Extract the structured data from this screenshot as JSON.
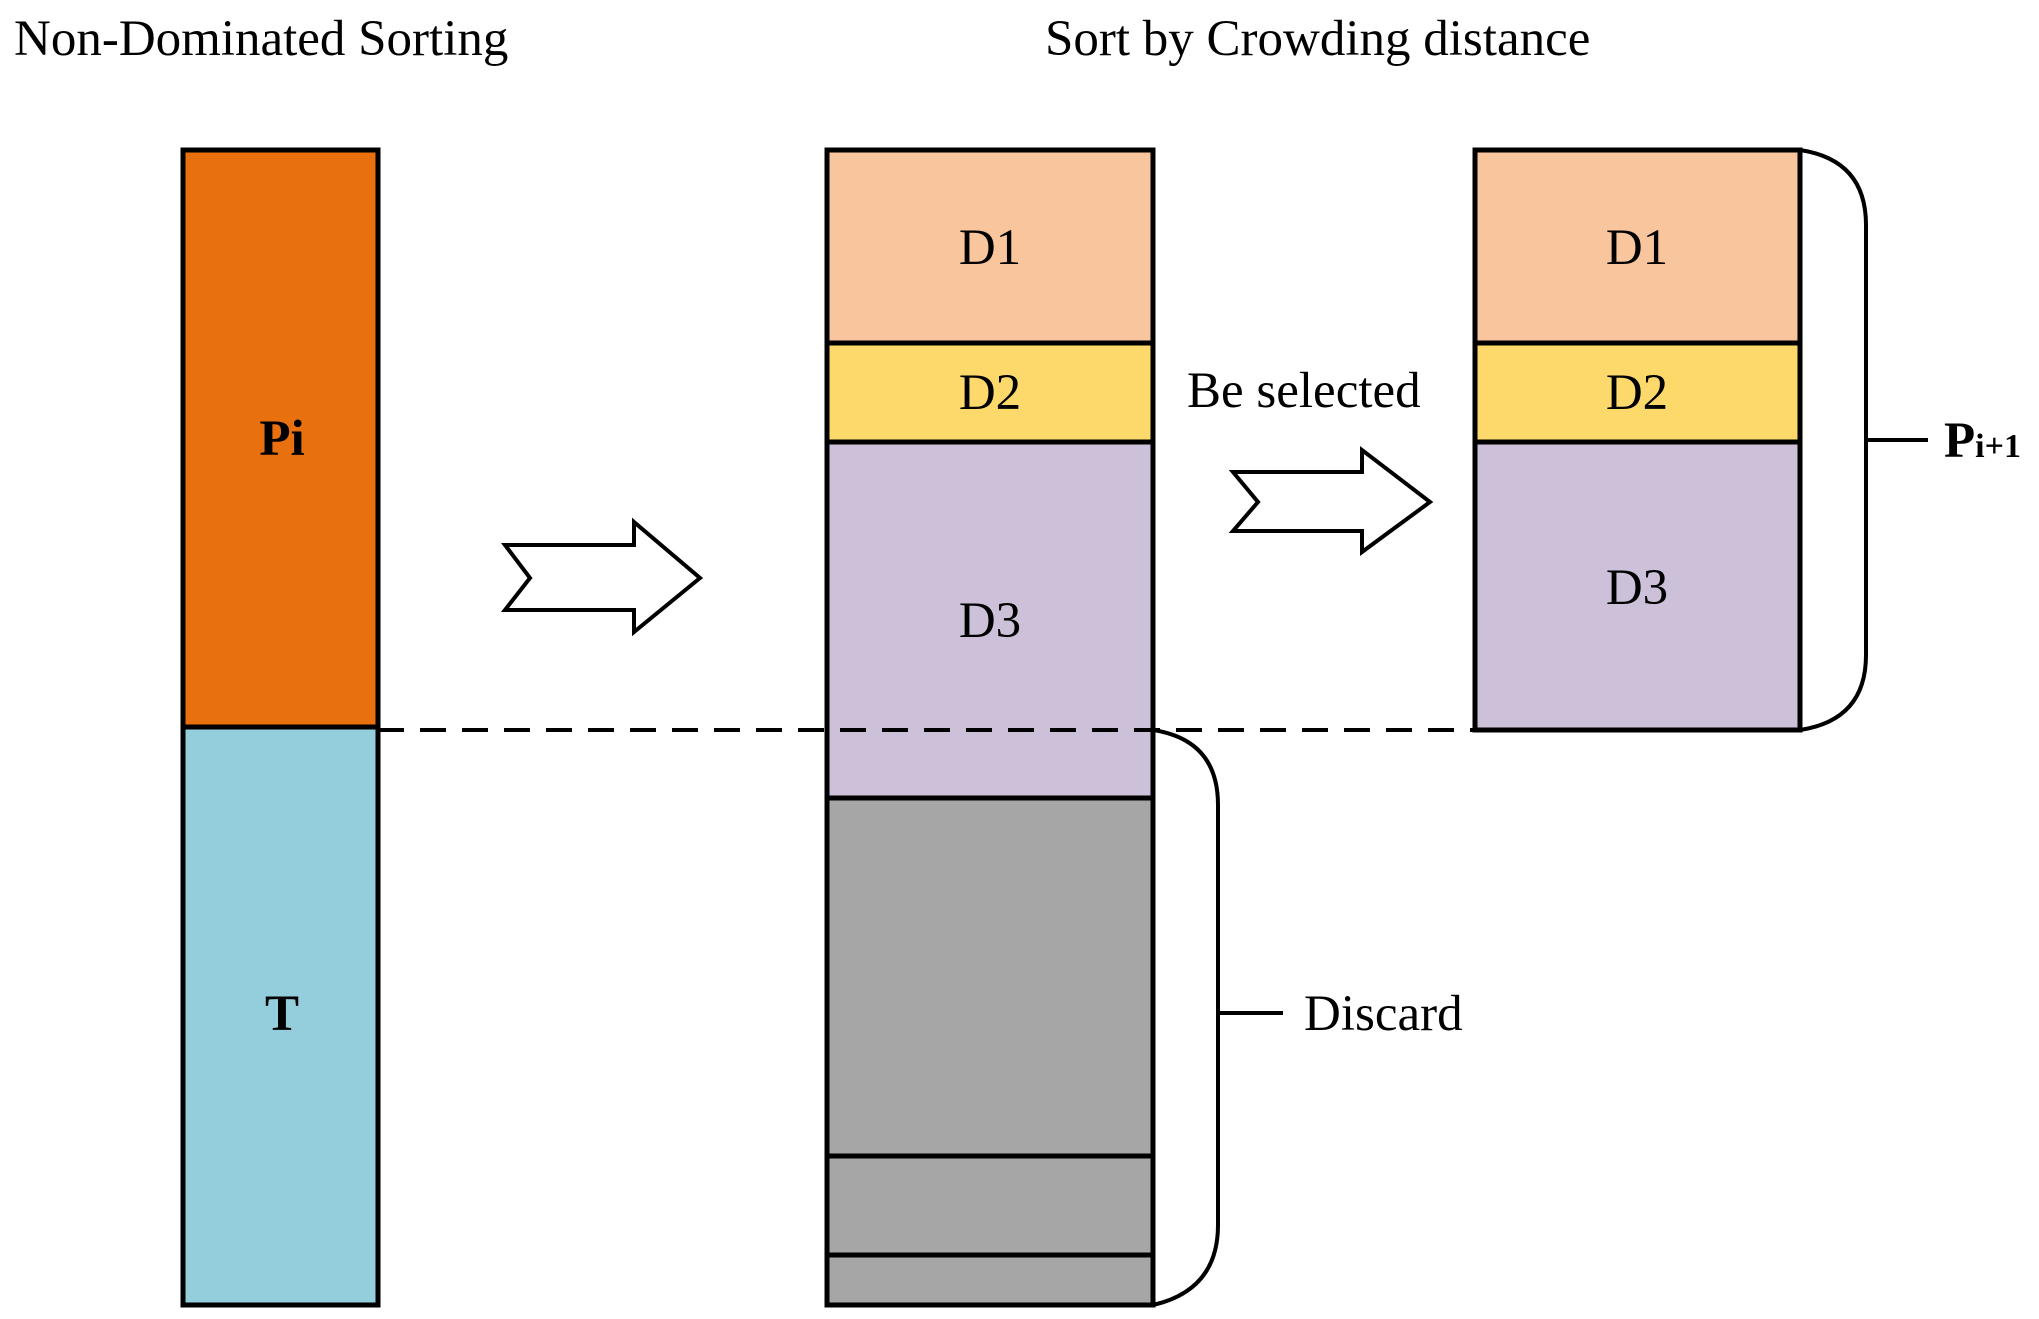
{
  "headings": {
    "left": "Non-Dominated Sorting",
    "right": "Sort by Crowding distance"
  },
  "combined_population": {
    "top_label": "Pi",
    "bottom_label": "T",
    "colors": {
      "top": "#E8700E",
      "bottom": "#94CDDC"
    }
  },
  "sorted_fronts": {
    "fronts": [
      {
        "label": "D1",
        "color": "#F8C59D"
      },
      {
        "label": "D2",
        "color": "#FCD96A"
      },
      {
        "label": "D3",
        "color": "#CCC1D9"
      }
    ],
    "discarded_color": "#A6A6A6"
  },
  "selection": {
    "arrow_label": "Be selected",
    "discard_label": "Discard"
  },
  "next_population": {
    "label_main": "P",
    "label_sub": "i+1",
    "fronts": [
      "D1",
      "D2",
      "D3"
    ]
  }
}
